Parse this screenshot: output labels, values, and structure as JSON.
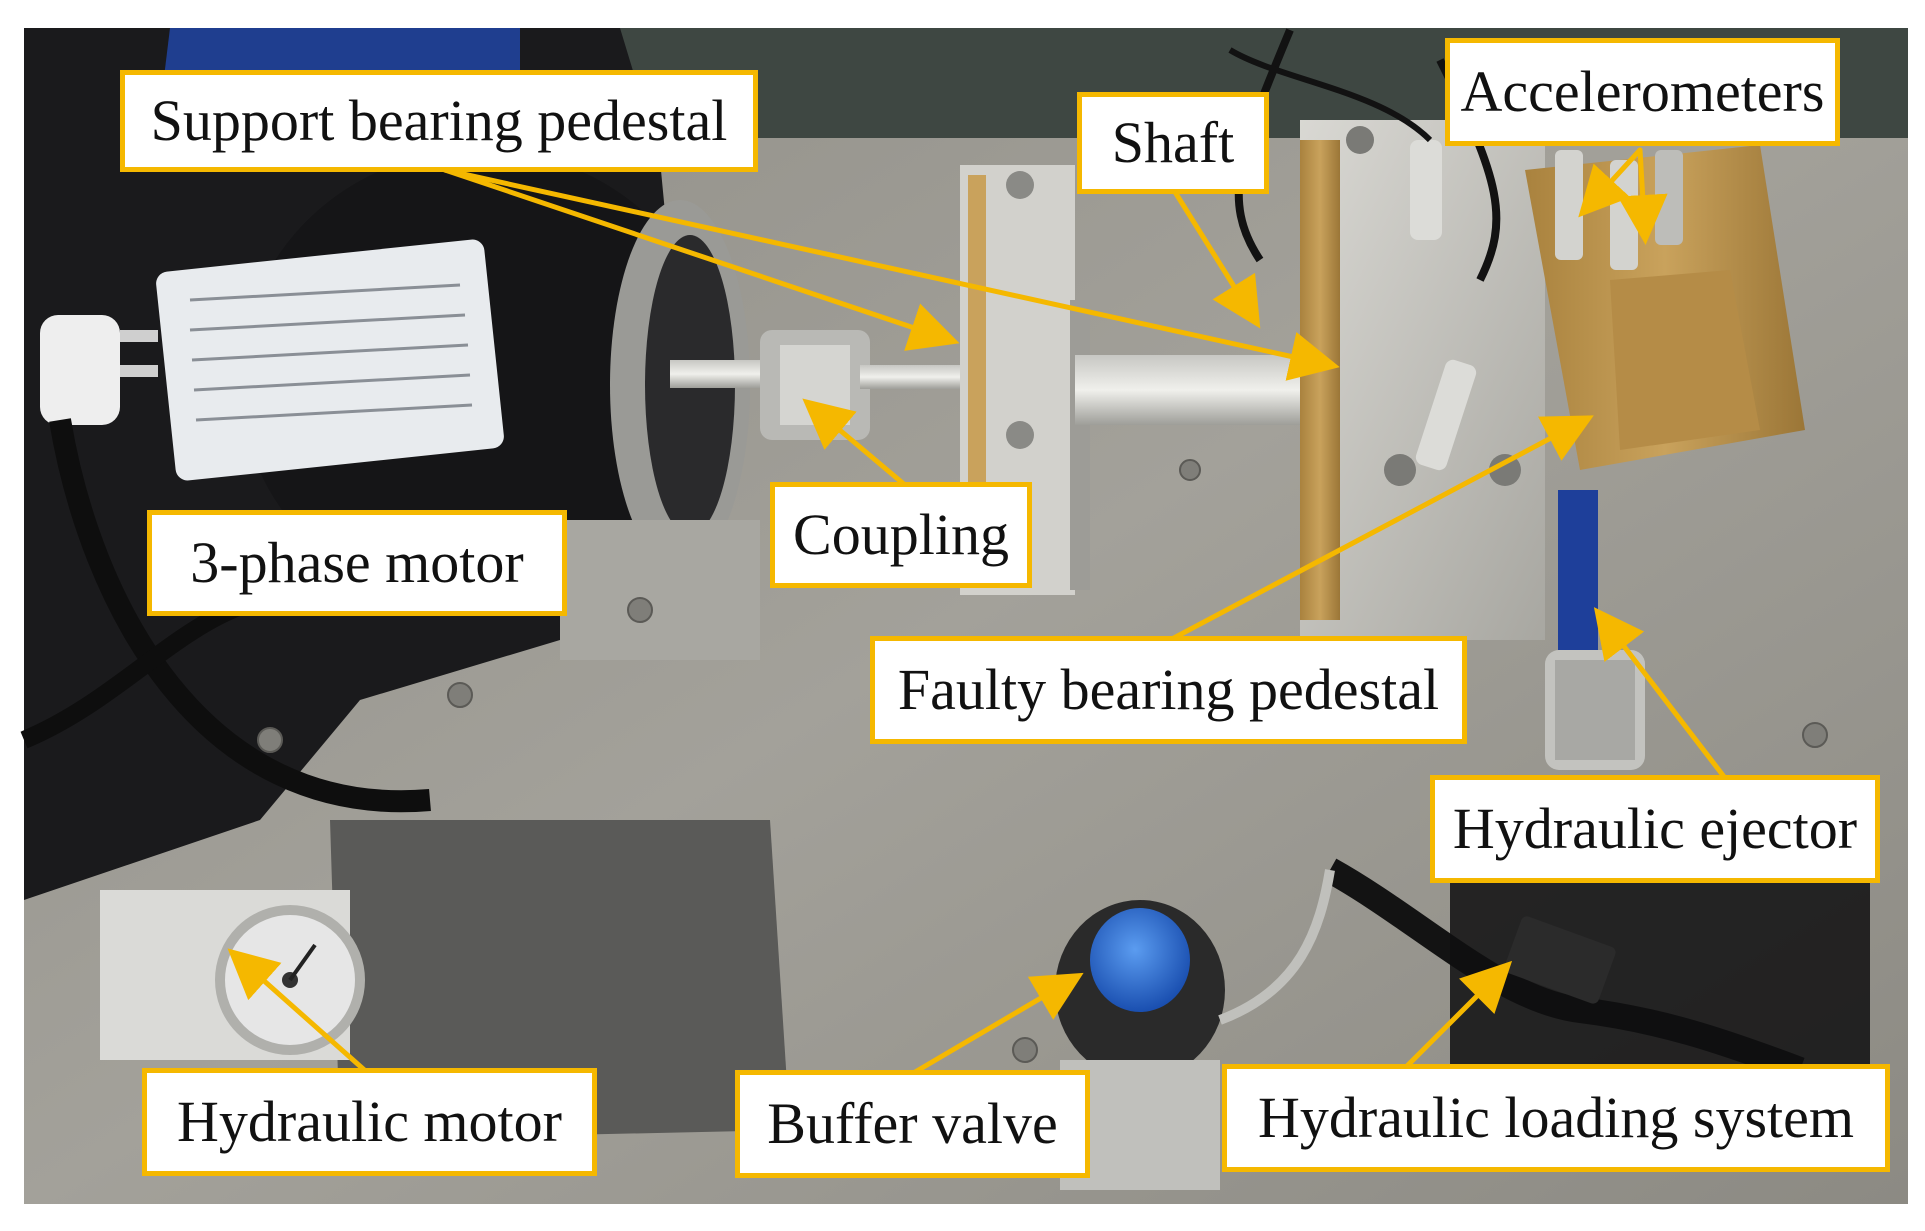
{
  "figure": {
    "label_border_color": "#f5b800",
    "arrow_color": "#f5b800",
    "background_color": "#ffffff"
  },
  "labels": {
    "support_bearing_pedestal": "Support bearing pedestal",
    "shaft": "Shaft",
    "accelerometers": "Accelerometers",
    "coupling": "Coupling",
    "three_phase_motor": "3-phase motor",
    "faulty_bearing_pedestal": "Faulty bearing pedestal",
    "hydraulic_ejector": "Hydraulic ejector",
    "hydraulic_motor": "Hydraulic motor",
    "buffer_valve": "Buffer valve",
    "hydraulic_loading_system": "Hydraulic loading system"
  }
}
